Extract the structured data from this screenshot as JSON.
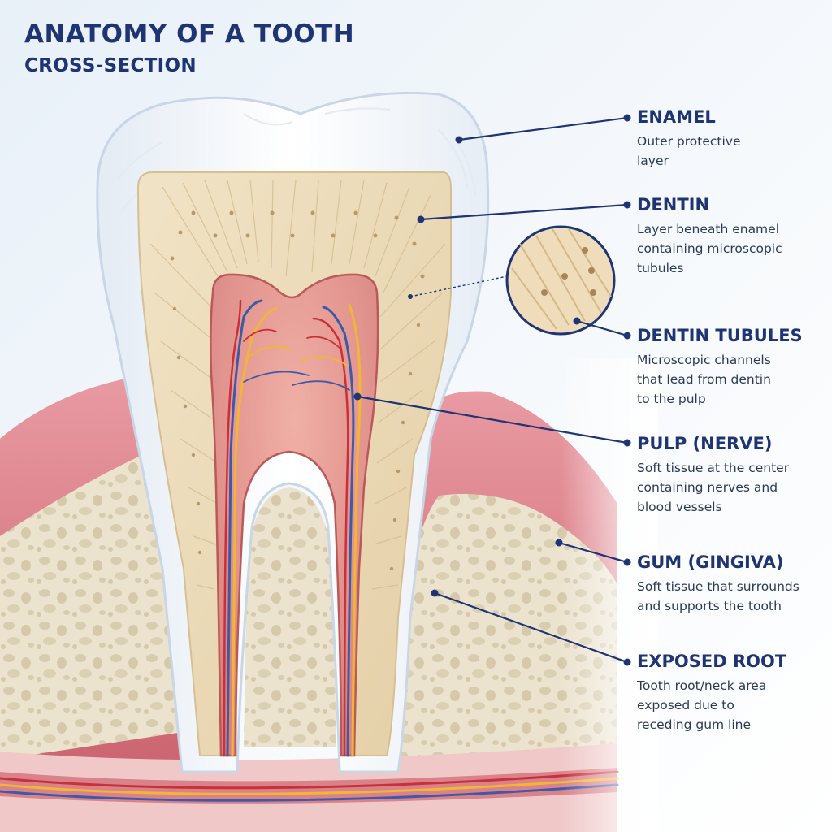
{
  "title": "ANATOMY OF A TOOTH",
  "subtitle": "CROSS-SECTION",
  "colors": {
    "accent": "#1f3473",
    "enamel": "#f4f8fc",
    "dentin": "#ecdcbc",
    "pulp": "#dc8a88",
    "gum": "#d97b86",
    "bone": "#ece3cf",
    "nerve": "#f2b636",
    "artery": "#c9303a",
    "vein": "#3d5aa8"
  },
  "callouts": [
    {
      "id": "enamel",
      "label": "ENAMEL",
      "description": "Outer protective\nlayer"
    },
    {
      "id": "dentin",
      "label": "DENTIN",
      "description": "Layer beneath enamel\ncontaining microscopic\ntubules"
    },
    {
      "id": "tubules",
      "label": "DENTIN TUBULES",
      "description": "Microscopic channels\nthat lead from dentin\nto the pulp"
    },
    {
      "id": "pulp",
      "label": "PULP (NERVE)",
      "description": "Soft tissue at the center\ncontaining nerves and\nblood vessels"
    },
    {
      "id": "gum",
      "label": "GUM (GINGIVA)",
      "description": "Soft tissue that surrounds\nand supports the tooth"
    },
    {
      "id": "root",
      "label": "EXPOSED ROOT",
      "description": "Tooth root/neck area\nexposed due to\nreceding gum line"
    }
  ]
}
